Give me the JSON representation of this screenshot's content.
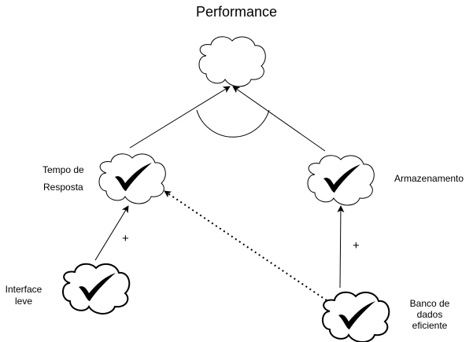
{
  "diagram": {
    "title": "Performance",
    "nodes": {
      "top": {
        "label": "",
        "checked": false
      },
      "tempo": {
        "label_line1": "Tempo de",
        "label_line2": "Resposta",
        "checked": true
      },
      "armazenamento": {
        "label": "Armazenamento",
        "checked": true
      },
      "interface": {
        "label_line1": "Interface",
        "label_line2": "leve",
        "checked": true
      },
      "banco": {
        "label_line1": "Banco de",
        "label_line2": "dados",
        "label_line3": "eficiente",
        "checked": true
      }
    },
    "links": {
      "interface_to_tempo": {
        "label": "+"
      },
      "banco_to_armazenamento": {
        "label": "+"
      }
    },
    "colors": {
      "stroke": "#000000",
      "fill": "#ffffff"
    }
  }
}
